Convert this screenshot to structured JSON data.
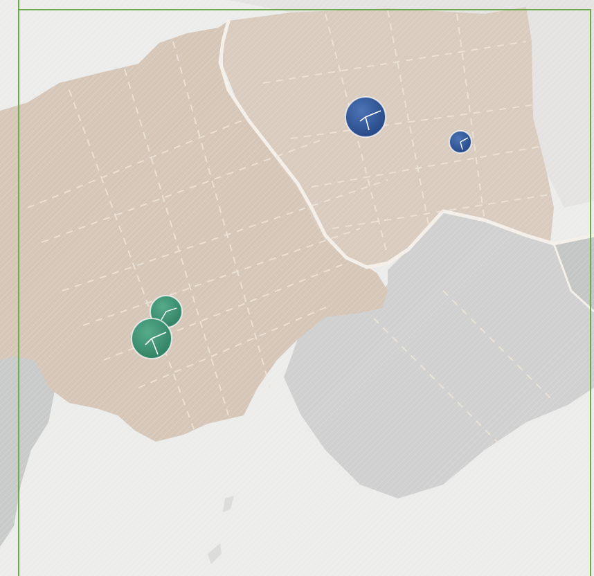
{
  "map": {
    "colors": {
      "background": "#ececea",
      "land": "#d6c6b8",
      "land_dark": "#cdbcae",
      "neighbor": "#cfd0cf",
      "neighbor_dark": "#c4c6c5",
      "border_line": "#f4efe9",
      "grid_dash": "#ede2d6",
      "frame": "#6bab4e",
      "marker_blue": "#2f5697",
      "marker_green": "#3a9474"
    },
    "markers": [
      {
        "name": "marker-blue-large",
        "color": "blue"
      },
      {
        "name": "marker-blue-small",
        "color": "blue"
      },
      {
        "name": "marker-green-top",
        "color": "green"
      },
      {
        "name": "marker-green-bottom",
        "color": "green"
      }
    ],
    "pattern": "diagonal-hatch",
    "frame": "green-rectangle"
  }
}
